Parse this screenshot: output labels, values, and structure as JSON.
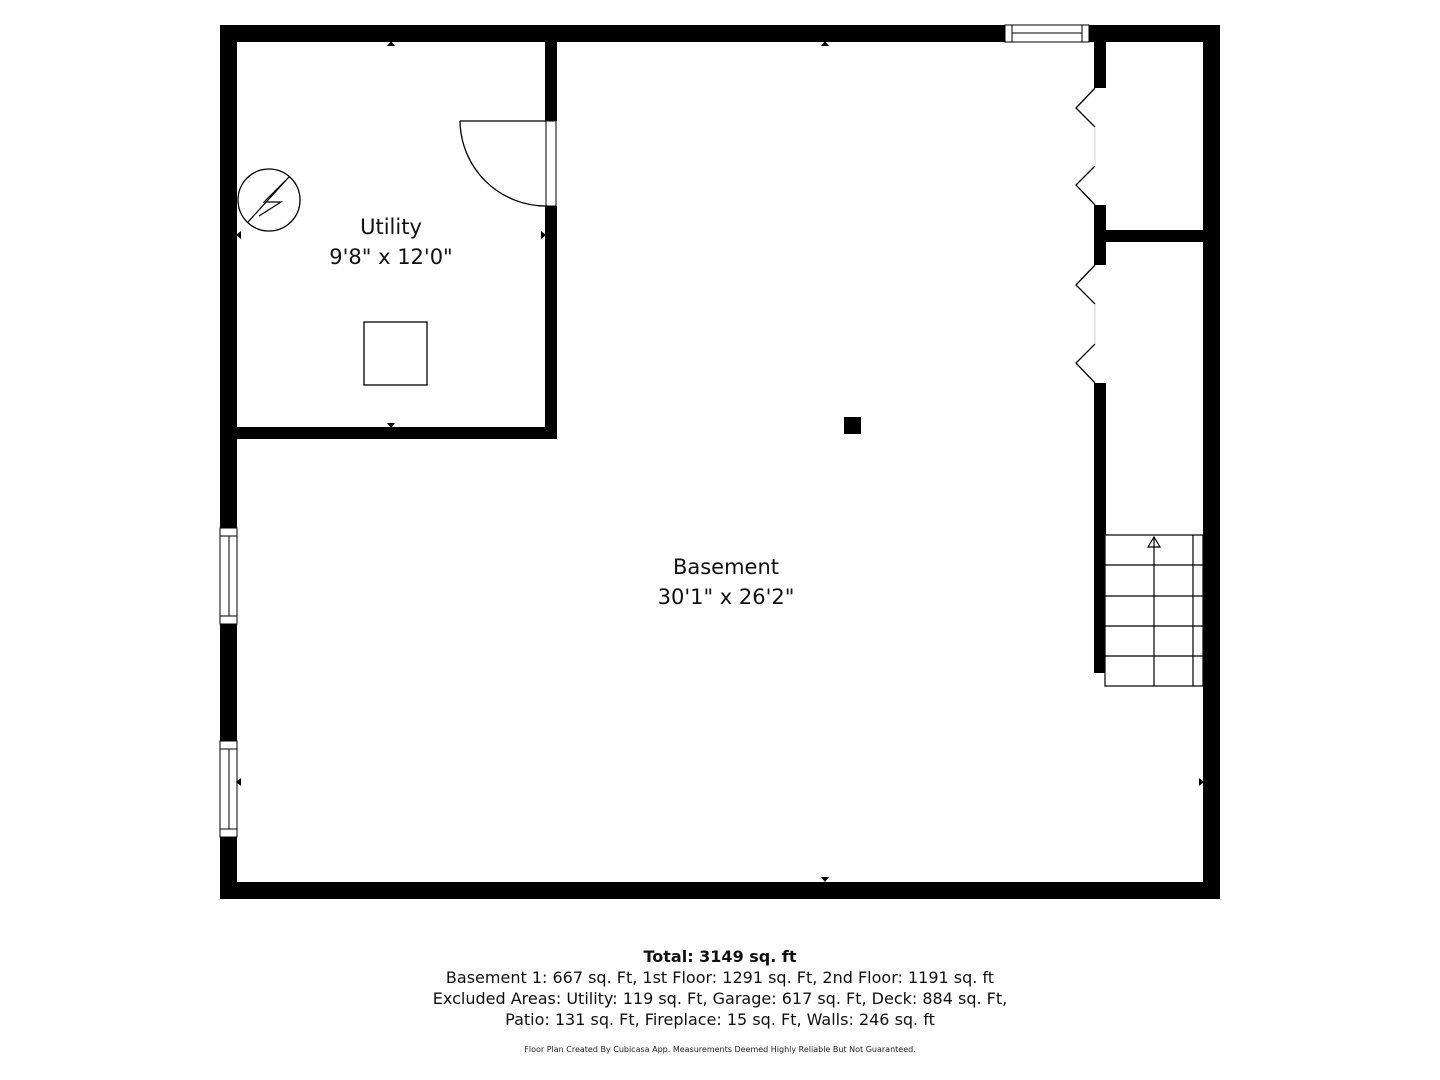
{
  "rooms": {
    "utility": {
      "name": "Utility",
      "dimensions": "9'8\" x 12'0\""
    },
    "basement": {
      "name": "Basement",
      "dimensions": "30'1\" x 26'2\""
    }
  },
  "summary": {
    "total": "Total: 3149 sq. ft",
    "lines": [
      "Basement 1: 667 sq. Ft, 1st Floor: 1291 sq. Ft, 2nd Floor: 1191 sq. ft",
      "Excluded Areas: Utility: 119 sq. Ft, Garage: 617 sq. Ft, Deck: 884 sq. Ft,",
      "Patio: 131 sq. Ft, Fireplace: 15 sq. Ft, Walls: 246 sq. ft"
    ],
    "disclaimer": "Floor Plan Created By Cubicasa App. Measurements Deemed Highly Reliable But Not Guaranteed."
  },
  "colors": {
    "wall": "#000000",
    "background": "#ffffff"
  }
}
